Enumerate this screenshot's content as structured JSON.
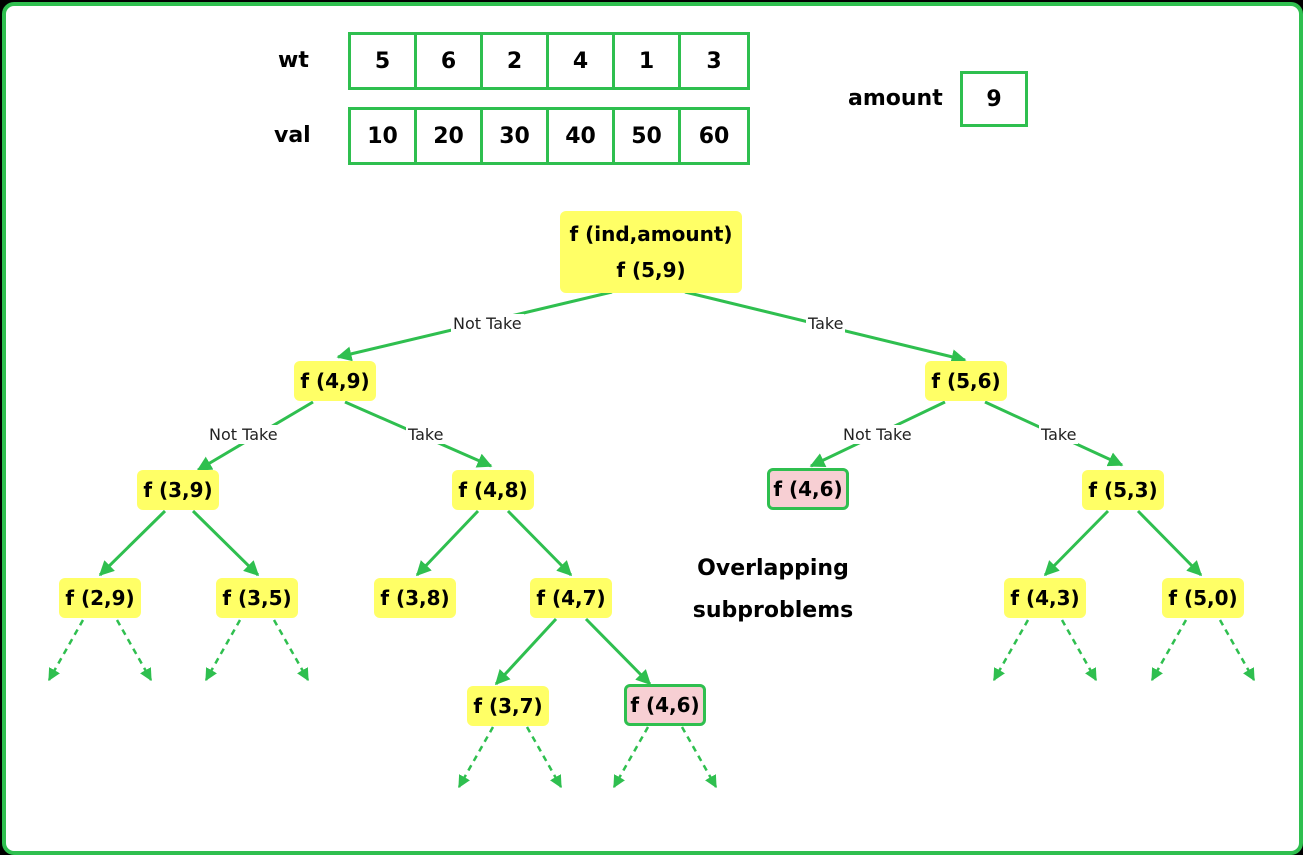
{
  "arrays": {
    "wt_label": "wt",
    "val_label": "val",
    "wt": [
      "5",
      "6",
      "2",
      "4",
      "1",
      "3"
    ],
    "val": [
      "10",
      "20",
      "30",
      "40",
      "50",
      "60"
    ],
    "amount_label": "amount",
    "amount_value": "9"
  },
  "tree": {
    "root_line1": "f (ind,amount)",
    "root_line2": "f (5,9)",
    "nodes": {
      "f49": "f (4,9)",
      "f56": "f (5,6)",
      "f39": "f (3,9)",
      "f48": "f (4,8)",
      "f46a": "f (4,6)",
      "f53": "f (5,3)",
      "f29": "f (2,9)",
      "f35": "f (3,5)",
      "f38": "f (3,8)",
      "f47": "f (4,7)",
      "f43": "f (4,3)",
      "f50": "f (5,0)",
      "f37": "f (3,7)",
      "f46b": "f (4,6)"
    },
    "labels": {
      "not_take": "Not Take",
      "take": "Take"
    }
  },
  "annotation": {
    "line1": "Overlapping",
    "line2": "subproblems"
  },
  "colors": {
    "edge": "#2fbf4f",
    "node": "#ffff66",
    "overlap": "#f7cfd3"
  }
}
